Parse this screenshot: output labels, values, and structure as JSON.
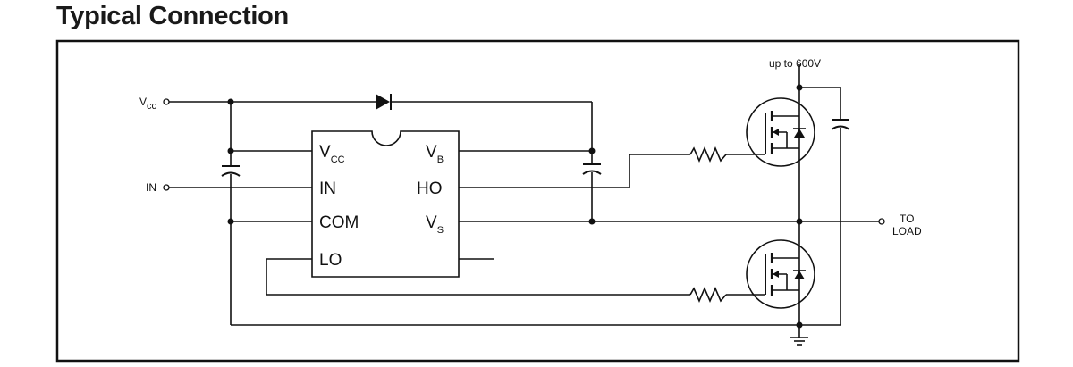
{
  "title": "Typical Connection",
  "supply": {
    "main": "V",
    "sub": "cc"
  },
  "input_label": "IN",
  "high_voltage_label": "up to 600V",
  "output_label": {
    "line1": "TO",
    "line2": "LOAD"
  },
  "ic_pins": {
    "vcc": {
      "main": "V",
      "sub": "CC"
    },
    "in": "IN",
    "com": "COM",
    "lo": "LO",
    "vb": {
      "main": "V",
      "sub": "B"
    },
    "ho": "HO",
    "vs": {
      "main": "V",
      "sub": "S"
    }
  },
  "icons": [
    "diode-icon",
    "capacitor-icon",
    "resistor-icon",
    "mosfet-icon",
    "ground-icon",
    "terminal-icon"
  ]
}
